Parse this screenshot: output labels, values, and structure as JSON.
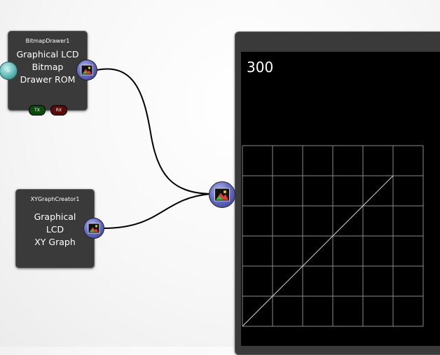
{
  "nodes": {
    "bitmap_drawer": {
      "title": "BitmapDrawer1",
      "label": "Graphical LCD\nBitmap\nDrawer ROM",
      "tx": "TX",
      "rx": "RX"
    },
    "xy_graph": {
      "title": "XYGraphCreator1",
      "label": "Graphical\nLCD\nXY Graph"
    }
  },
  "display": {
    "value_text": "300"
  },
  "chart_data": {
    "type": "line",
    "title": "",
    "xlabel": "",
    "ylabel": "",
    "grid": true,
    "grid_cells": {
      "columns": 6,
      "rows": 6
    },
    "series": [
      {
        "x": [
          0,
          1
        ],
        "y": [
          0,
          1
        ]
      }
    ],
    "xlim": [
      0,
      1.2
    ],
    "ylim": [
      0,
      1.2
    ]
  },
  "colors": {
    "node_bg": "#3a3a3a",
    "screen_bg": "#000000",
    "grid": "#8a8a8a",
    "plot_line": "#d0d0d0",
    "wire": "#000000"
  }
}
